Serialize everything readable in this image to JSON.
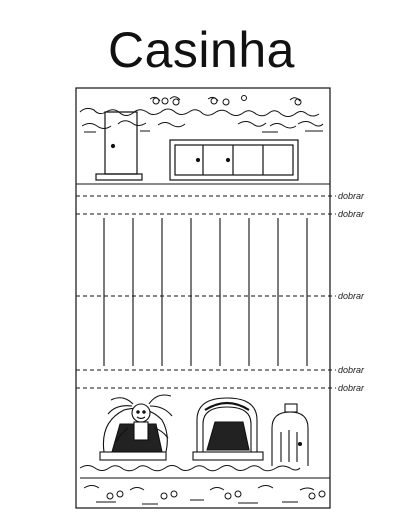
{
  "title": "Casinha",
  "fold_labels": [
    "dobrar",
    "dobrar",
    "dobrar",
    "dobrar",
    "dobrar"
  ]
}
